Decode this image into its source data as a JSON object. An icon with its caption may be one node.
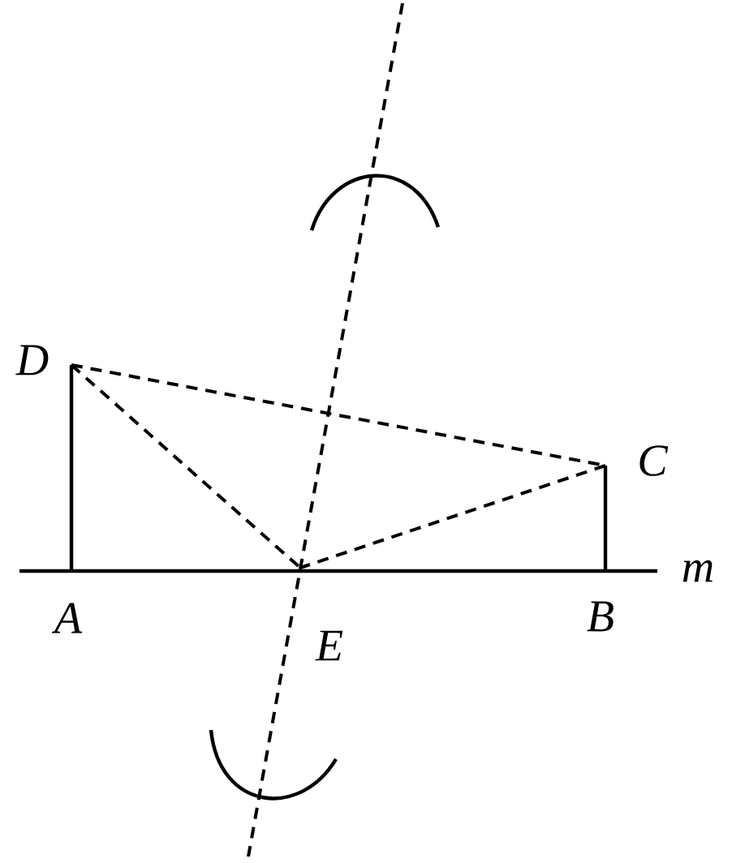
{
  "diagram": {
    "labels": [
      "D",
      "C",
      "m",
      "A",
      "E",
      "B"
    ]
  }
}
